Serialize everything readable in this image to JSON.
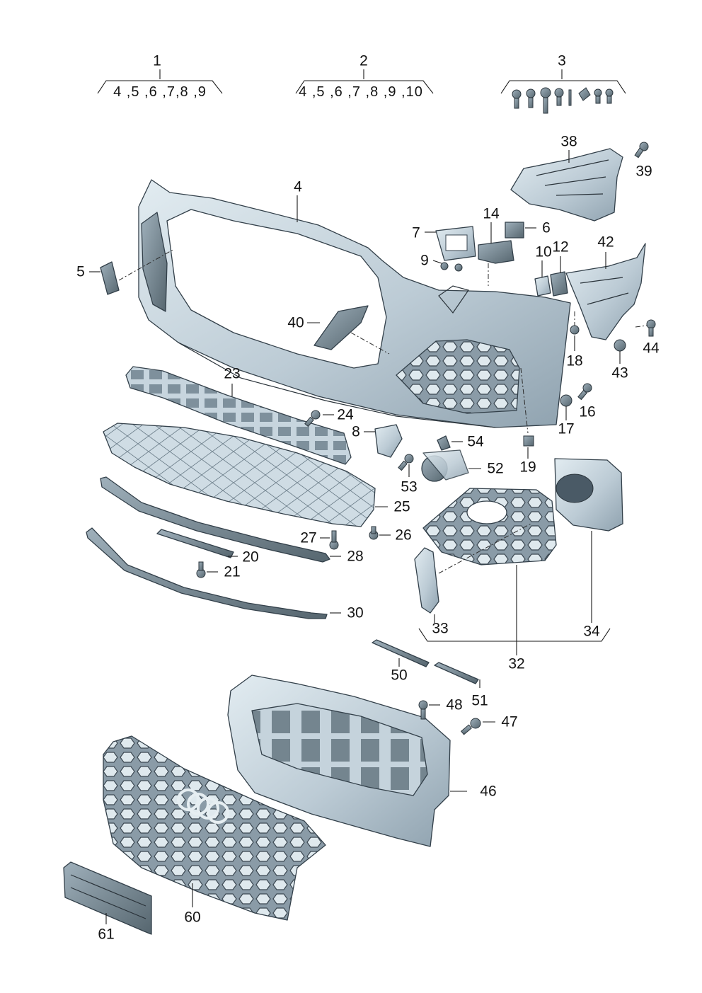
{
  "diagram": {
    "callouts": {
      "c1": "1",
      "c2": "2",
      "c3": "3",
      "c4": "4",
      "c5": "5",
      "c6": "6",
      "c7": "7",
      "c8": "8",
      "c9": "9",
      "c10": "10",
      "c12": "12",
      "c14": "14",
      "c16": "16",
      "c17": "17",
      "c18": "18",
      "c19": "19",
      "c20": "20",
      "c21": "21",
      "c23": "23",
      "c24": "24",
      "c25": "25",
      "c26": "26",
      "c27": "27",
      "c28": "28",
      "c30": "30",
      "c32": "32",
      "c33": "33",
      "c34": "34",
      "c38": "38",
      "c39": "39",
      "c40": "40",
      "c42": "42",
      "c43": "43",
      "c44": "44",
      "c46": "46",
      "c47": "47",
      "c48": "48",
      "c50": "50",
      "c51": "51",
      "c52": "52",
      "c53": "53",
      "c54": "54",
      "c60": "60",
      "c61": "61"
    },
    "groups": {
      "g1": "4 ,5 ,6 ,7,8 ,9",
      "g2": "4 ,5 ,6 ,7 ,8 ,9 ,10",
      "g3": ""
    },
    "colors": {
      "part_fill_light": "#d6e3ea",
      "part_fill_mid": "#aebfca",
      "part_fill_dark": "#6d7f8c",
      "line": "#1a1a1a"
    }
  }
}
